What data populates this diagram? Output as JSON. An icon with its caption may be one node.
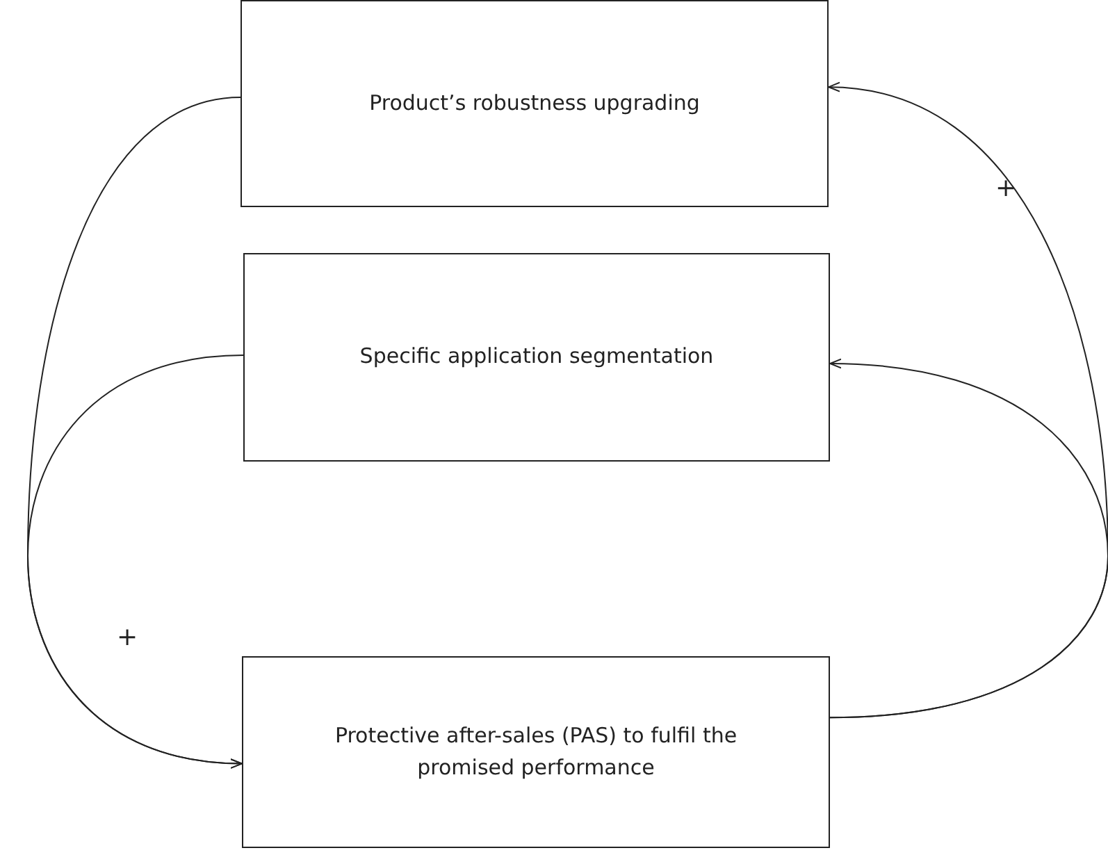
{
  "diagram": {
    "nodes": [
      {
        "text": [
          "Product’s robustness upgrading"
        ]
      },
      {
        "text": [
          "Specific application segmentation"
        ]
      },
      {
        "text": [
          "Protective after-sales (PAS) to fulfil the promised performance"
        ]
      }
    ],
    "edges": [
      {
        "from": 0,
        "to": 2,
        "arrow": "to",
        "label": "+"
      },
      {
        "from": 1,
        "to": 2,
        "arrow": "to"
      },
      {
        "from": 2,
        "to": 1,
        "arrow": "to"
      },
      {
        "from": 2,
        "to": 0,
        "arrow": "to",
        "label": "+"
      }
    ]
  }
}
